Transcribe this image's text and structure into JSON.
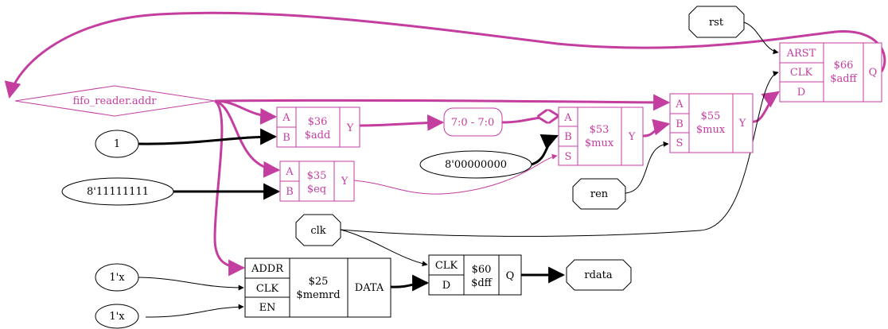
{
  "colors": {
    "highlight": "#c43ea0",
    "default": "#000000",
    "background": "#ffffff"
  },
  "signals": {
    "fifo_addr": "fifo_reader.addr",
    "rst": "rst",
    "clk": "clk",
    "ren": "ren",
    "rdata": "rdata"
  },
  "constants": {
    "one": "1",
    "all_ones": "8'11111111",
    "zeros": "8'00000000",
    "x1": "1'x",
    "x2": "1'x"
  },
  "slice": {
    "label": "7:0 - 7:0"
  },
  "cells": {
    "add36": {
      "id": "$36",
      "type": "$add",
      "ports": {
        "a": "A",
        "b": "B",
        "y": "Y"
      }
    },
    "eq35": {
      "id": "$35",
      "type": "$eq",
      "ports": {
        "a": "A",
        "b": "B",
        "y": "Y"
      }
    },
    "mux53": {
      "id": "$53",
      "type": "$mux",
      "ports": {
        "a": "A",
        "b": "B",
        "s": "S",
        "y": "Y"
      }
    },
    "mux55": {
      "id": "$55",
      "type": "$mux",
      "ports": {
        "a": "A",
        "b": "B",
        "s": "S",
        "y": "Y"
      }
    },
    "adff66": {
      "id": "$66",
      "type": "$adff",
      "ports": {
        "arst": "ARST",
        "clk": "CLK",
        "d": "D",
        "q": "Q"
      }
    },
    "memrd25": {
      "id": "$25",
      "type": "$memrd",
      "ports": {
        "addr": "ADDR",
        "clk": "CLK",
        "en": "EN",
        "data": "DATA"
      }
    },
    "dff60": {
      "id": "$60",
      "type": "$dff",
      "ports": {
        "clk": "CLK",
        "d": "D",
        "q": "Q"
      }
    }
  }
}
